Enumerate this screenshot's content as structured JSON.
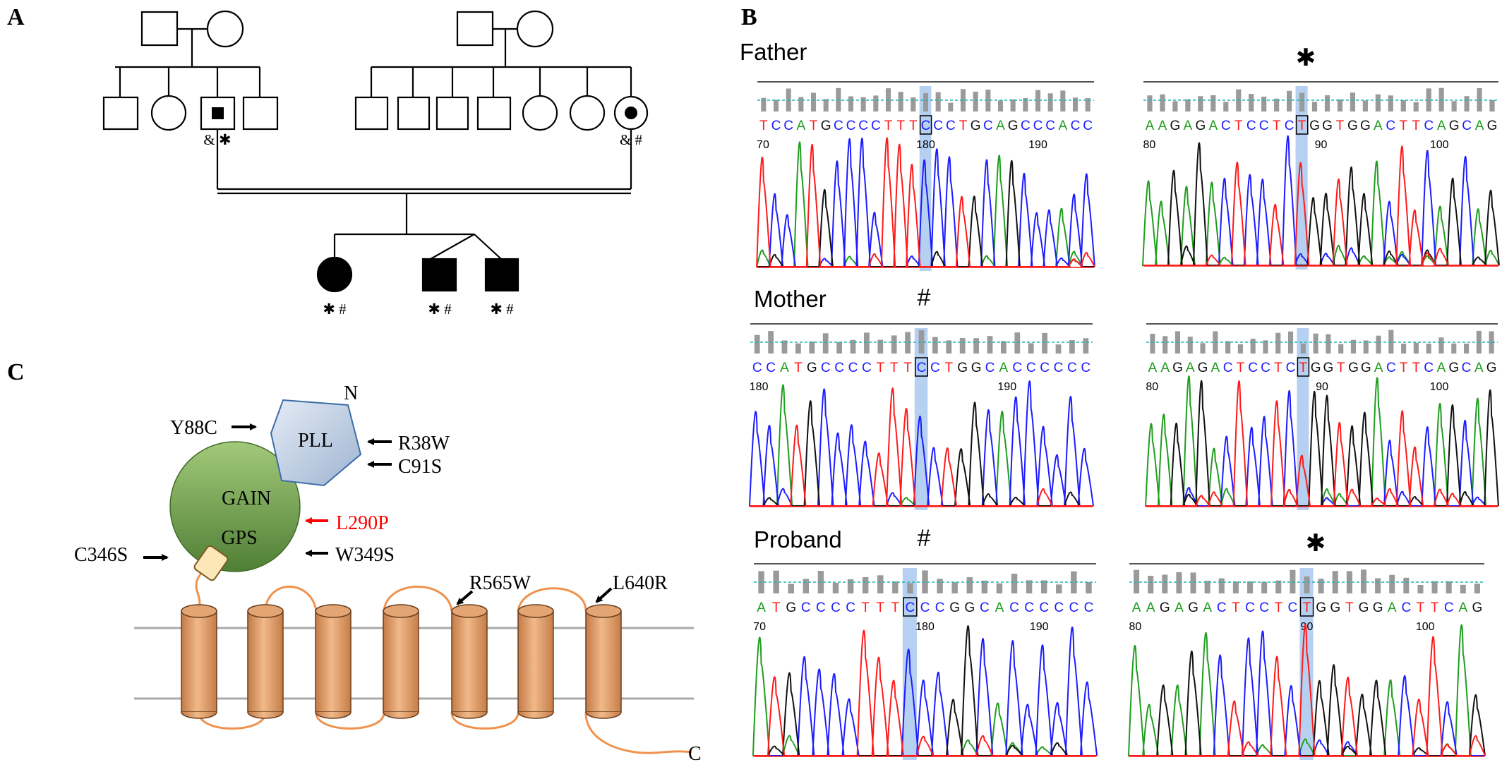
{
  "panels": {
    "a": {
      "label": "A"
    },
    "b": {
      "label": "B"
    },
    "c": {
      "label": "C"
    }
  },
  "pedigree": {
    "marks": {
      "uncle": "& ✱",
      "mother": "& #",
      "daughter": "✱ #",
      "son1": "✱ #",
      "son2": "✱ #"
    }
  },
  "chromatograms": {
    "father": {
      "label": "Father",
      "left": {
        "bases": "TCCATGCCCCTTTCCCTGCAGCCCACC",
        "ticks": [
          "70",
          "180",
          "190"
        ],
        "hl": 13
      },
      "right": {
        "star": "✱",
        "bases": "AAGAGACTCCTCTGGTGGACTTCAGCAG",
        "ticks": [
          "80",
          "90",
          "100"
        ],
        "hl": 12
      }
    },
    "mother": {
      "label": "Mother",
      "left": {
        "mark": "#",
        "bases": "CCATGCCCCTTTCCTGGCACCCCCC",
        "ticks": [
          "180",
          "190"
        ],
        "hl": 12
      },
      "right": {
        "bases": "AAGAGACTCCTCTGGTGGACTTCAGCAG",
        "ticks": [
          "80",
          "90",
          "100"
        ],
        "hl": 12
      }
    },
    "proband": {
      "label": "Proband",
      "left": {
        "mark": "#",
        "bases": "ATGCCCCTTTCCCGGCACCCCCC",
        "ticks": [
          "70",
          "180",
          "190"
        ],
        "hl": 10
      },
      "right": {
        "star": "✱",
        "bases": "AAGAGACTCCTCTGGTGGACTTCAG",
        "ticks": [
          "80",
          "90",
          "100"
        ],
        "hl": 12
      }
    }
  },
  "protein": {
    "n_label": "N",
    "c_label": "C",
    "domains": {
      "pll": "PLL",
      "gain": "GAIN",
      "gps": "GPS"
    },
    "mutations": {
      "y88c": "Y88C",
      "r38w": "R38W",
      "c91s": "C91S",
      "l290p": "L290P",
      "c346s": "C346S",
      "w349s": "W349S",
      "r565w": "R565W",
      "l640r": "L640R"
    },
    "colors": {
      "highlight_mutation": "#ff0000",
      "helix": "#d9915a",
      "loop": "#f0924e",
      "gain": "#6f9a4b",
      "pll": "#b7c6dc"
    }
  },
  "colors": {
    "base_A": "#1f9e1f",
    "base_C": "#1c1cff",
    "base_G": "#111111",
    "base_T": "#ff1a1a",
    "highlight": "#a9c8ee"
  }
}
